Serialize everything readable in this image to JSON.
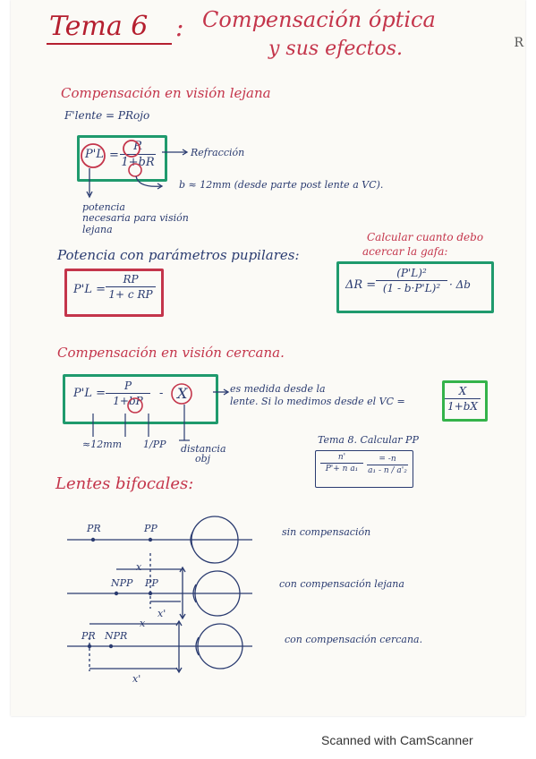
{
  "title": {
    "tema": "Tema 6",
    "colon": ":",
    "line1": "Compensación óptica",
    "line2": "y sus efectos."
  },
  "margin_mark": "R",
  "sec1": {
    "heading": "Compensación en visión lejana",
    "formula_lhs": "F'lente = PRojo",
    "box_lhs": "P'L",
    "box_eq": "=",
    "box_num": "R",
    "box_den": "1+bR",
    "refraccion": "Refracción",
    "b_note": "b ≈ 12mm  (desde parte post lente a VC).",
    "potencia_note_1": "potencia",
    "potencia_note_2": "necesaria para visión",
    "potencia_note_3": "lejana"
  },
  "sec2": {
    "heading": "Potencia con parámetros pupilares:",
    "calc_note_1": "Calcular cuanto debo",
    "calc_note_2": "acercar la gafa:",
    "left_lhs": "P'L =",
    "left_num": "RP",
    "left_den": "1+ c RP",
    "right_lhs": "ΔR =",
    "right_num": "(P'L)²",
    "right_den": "(1 - b·P'L)²",
    "right_tail": "· Δb"
  },
  "sec3": {
    "heading": "Compensación en visión cercana.",
    "box_lhs": "P'L =",
    "box_num": "P",
    "box_den": "1+bP",
    "box_minus": "-",
    "box_x": "X",
    "note_1": "es medida desde la",
    "note_2": "lente. Si lo medimos desde el VC =",
    "green_num": "X",
    "green_den": "1+bX",
    "label_12mm": "≈12mm",
    "label_1pp": "1/PP",
    "label_dist_1": "distancia",
    "label_dist_2": "obj",
    "tema8": "Tema 8. Calcular PP",
    "tema8_num": "n'",
    "tema8_den_a": "P'+",
    "tema8_den_b": "n",
    "tema8_den_c": "a₁",
    "tema8_rhs_top": "= -n",
    "tema8_rhs_bot": "a₁ - n / a'₂"
  },
  "sec4": {
    "heading": "Lentes bifocales:",
    "row1": {
      "labels": [
        "PR",
        "PP"
      ],
      "caption": "sin compensación"
    },
    "row2": {
      "labels": [
        "NPP",
        "PP"
      ],
      "caption": "con compensación lejana",
      "x": "x",
      "xprime": "x'"
    },
    "row3": {
      "labels": [
        "PR",
        "NPR"
      ],
      "caption": "con compensación cercana.",
      "x": "x",
      "xprime": "x'"
    }
  },
  "footer": "Scanned with CamScanner",
  "colors": {
    "ink_red": "#c4354b",
    "ink_blue": "#2a3b70",
    "box_teal": "#1f9a6d",
    "box_green": "#34b34a",
    "title_red": "#b51f2f"
  }
}
